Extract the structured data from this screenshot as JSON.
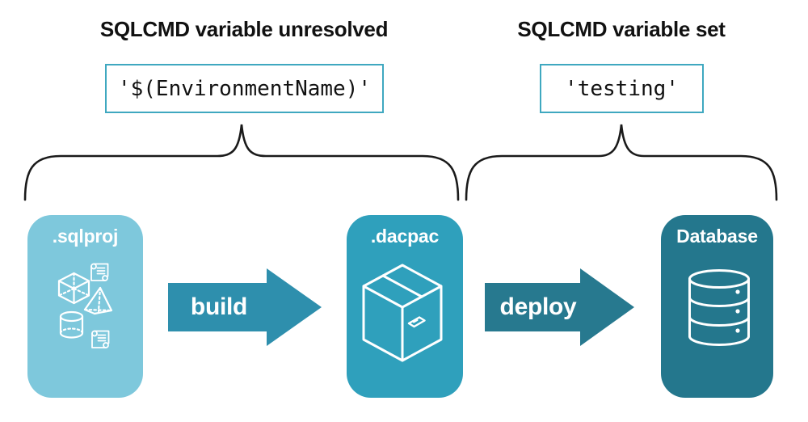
{
  "left_annotation": {
    "heading": "SQLCMD variable unresolved",
    "code": "'$(EnvironmentName)'"
  },
  "right_annotation": {
    "heading": "SQLCMD variable set",
    "code": "'testing'"
  },
  "pipeline": {
    "sqlproj": {
      "label": ".sqlproj",
      "fill": "#7EC8DC",
      "icon": "sql-objects-icon"
    },
    "build": {
      "label": "build",
      "fill": "#2E8FAD"
    },
    "dacpac": {
      "label": ".dacpac",
      "fill": "#2FA0BC",
      "icon": "package-icon"
    },
    "deploy": {
      "label": "deploy",
      "fill": "#27798F"
    },
    "database": {
      "label": "Database",
      "fill": "#24778D",
      "icon": "database-icon"
    }
  },
  "colors": {
    "background": "#FFFFFF",
    "code_box_border": "#3FA8C0",
    "text": "#111111",
    "brace": "#1A1A1A",
    "icon_stroke": "#FFFFFF"
  }
}
